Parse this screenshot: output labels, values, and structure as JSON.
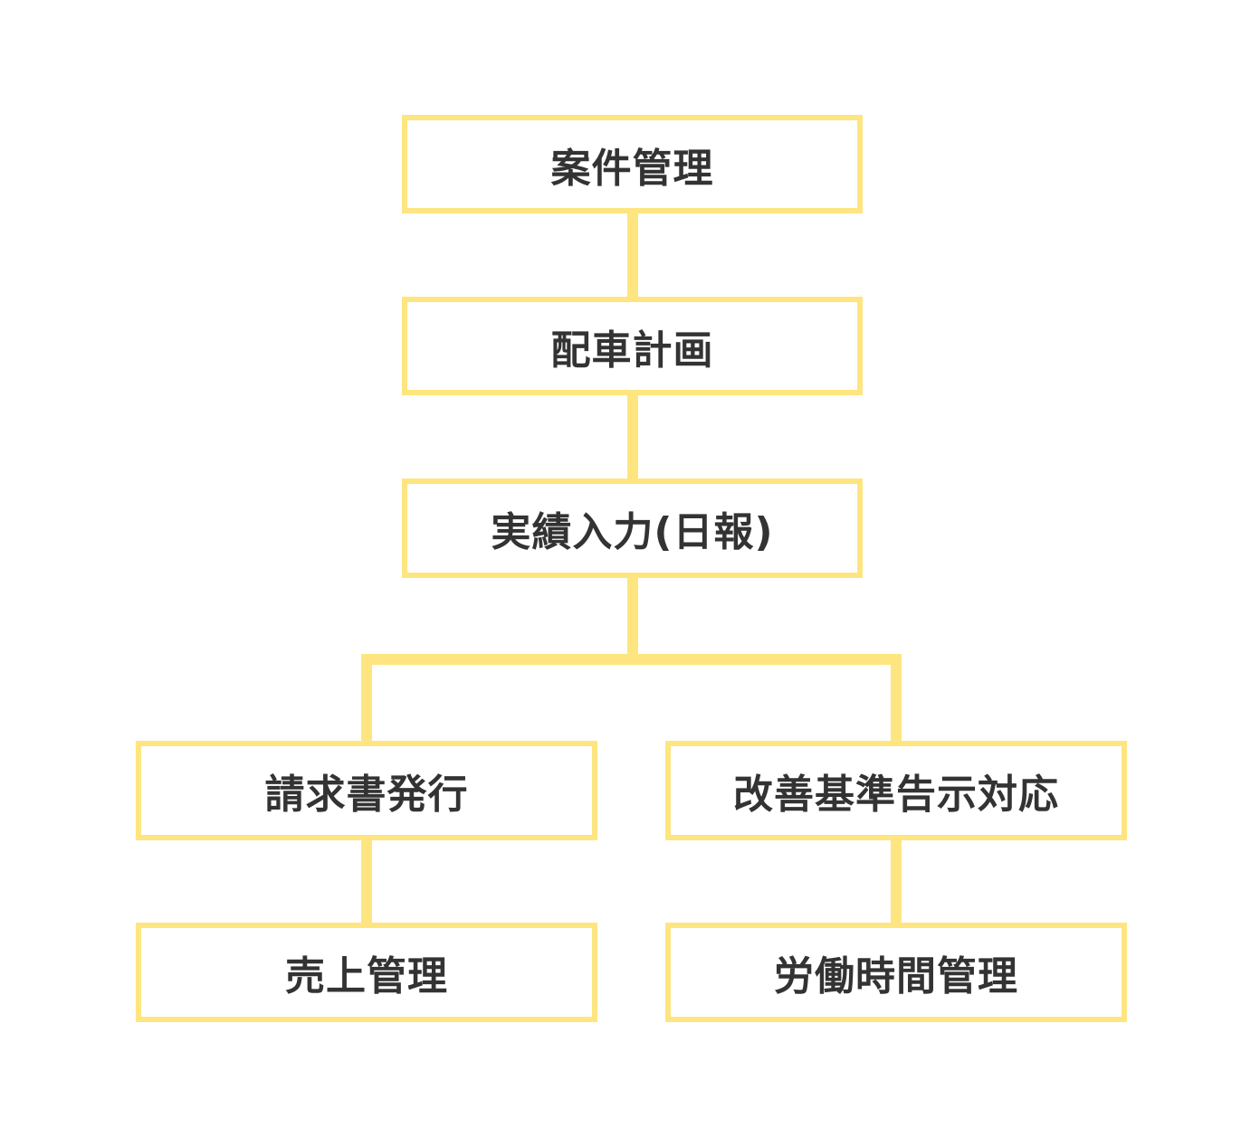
{
  "colors": {
    "border": "#FFE57F",
    "text": "#333333"
  },
  "nodes": [
    {
      "label": "案件管理"
    },
    {
      "label": "配車計画"
    },
    {
      "label": "実績入力(日報)"
    },
    {
      "label": "請求書発行"
    },
    {
      "label": "改善基準告示対応"
    },
    {
      "label": "売上管理"
    },
    {
      "label": "労働時間管理"
    }
  ]
}
